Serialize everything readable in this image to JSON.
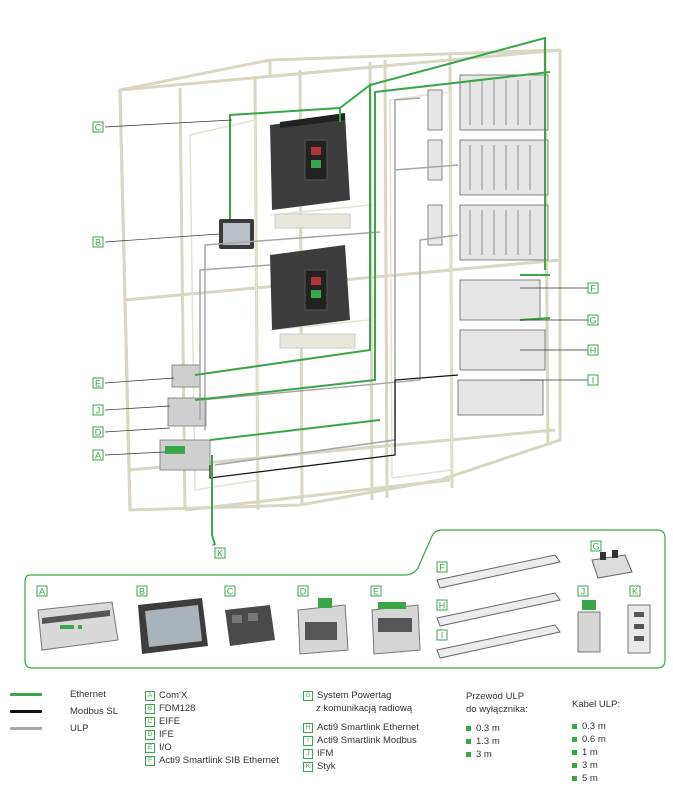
{
  "tags": [
    "A",
    "B",
    "C",
    "D",
    "E",
    "F",
    "G",
    "H",
    "I",
    "J",
    "K"
  ],
  "cable_types": [
    {
      "label": "Ethernet",
      "color": "#3aa64a"
    },
    {
      "label": "Modbus SL",
      "color": "#111111"
    },
    {
      "label": "ULP",
      "color": "#a6a6a6"
    }
  ],
  "devices": [
    {
      "tag": "A",
      "label": "Com'X"
    },
    {
      "tag": "B",
      "label": "FDM128"
    },
    {
      "tag": "C",
      "label": "EIFE"
    },
    {
      "tag": "D",
      "label": "IFE"
    },
    {
      "tag": "E",
      "label": "I/O"
    },
    {
      "tag": "F",
      "label": "Acti9 Smartlink SIB Ethernet"
    },
    {
      "tag": "G",
      "label_line1": "System Powertag",
      "label_line2": "z komunikacją radiową"
    },
    {
      "tag": "H",
      "label": "Acti9 Smartlink Ethernet"
    },
    {
      "tag": "I",
      "label": "Acti9 Smartlink Modbus"
    },
    {
      "tag": "J",
      "label": "IFM"
    },
    {
      "tag": "K",
      "label": "Styk"
    }
  ],
  "ulp_breaker": {
    "title_line1": "Przewód ULP",
    "title_line2": "do wyłącznika:",
    "items": [
      "0.3 m",
      "1.3 m",
      "3 m"
    ]
  },
  "ulp_cable": {
    "title": "Kabel ULP:",
    "items": [
      "0.3 m",
      "0.6 m",
      "1 m",
      "3 m",
      "5 m"
    ]
  }
}
